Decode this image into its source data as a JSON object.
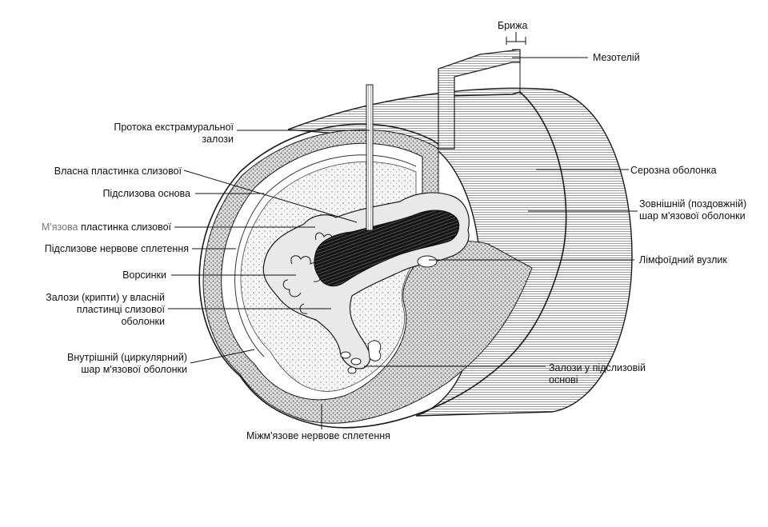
{
  "labels": {
    "bryzha": "Брижа",
    "mezoteliy": "Мезотелій",
    "protoka_l1": "Протока екстрамуральної",
    "protoka_l2": "залози",
    "vlasna_plastynka": "Власна пластинка слизової",
    "pidslyzova_osnova": "Підслизова основа",
    "miazova_a": "М'язова",
    "miazova_b": " пластинка слизової",
    "pidslyzove_spletennia": "Підслизове нервове сплетення",
    "vorsynky": "Ворсинки",
    "zalozy_kr_l1": "Залози (крипти) у власній",
    "zalozy_kr_l2": "пластинці слизової",
    "zalozy_kr_l3": "оболонки",
    "vnutr_l1": "Внутрішній (циркулярний)",
    "vnutr_l2": "шар м'язової оболонки",
    "mizhmiazove": "Міжм'язове нервове сплетення",
    "seroza": "Серозна оболонка",
    "zovn_l1": "Зовнішній (поздовжній)",
    "zovn_l2": "шар м'язової оболонки",
    "limfoidnyi": "Лімфоїдний вузлик",
    "zalozy_pidsl_l1": "Залози у підслизовій",
    "zalozy_pidsl_l2": "основі"
  },
  "colors": {
    "ink": "#1a1a1a",
    "lumen": "#111111",
    "paper": "#ffffff",
    "muscle_fill": "#d6d6d6",
    "submucosa_fill": "#f4f4f4"
  }
}
